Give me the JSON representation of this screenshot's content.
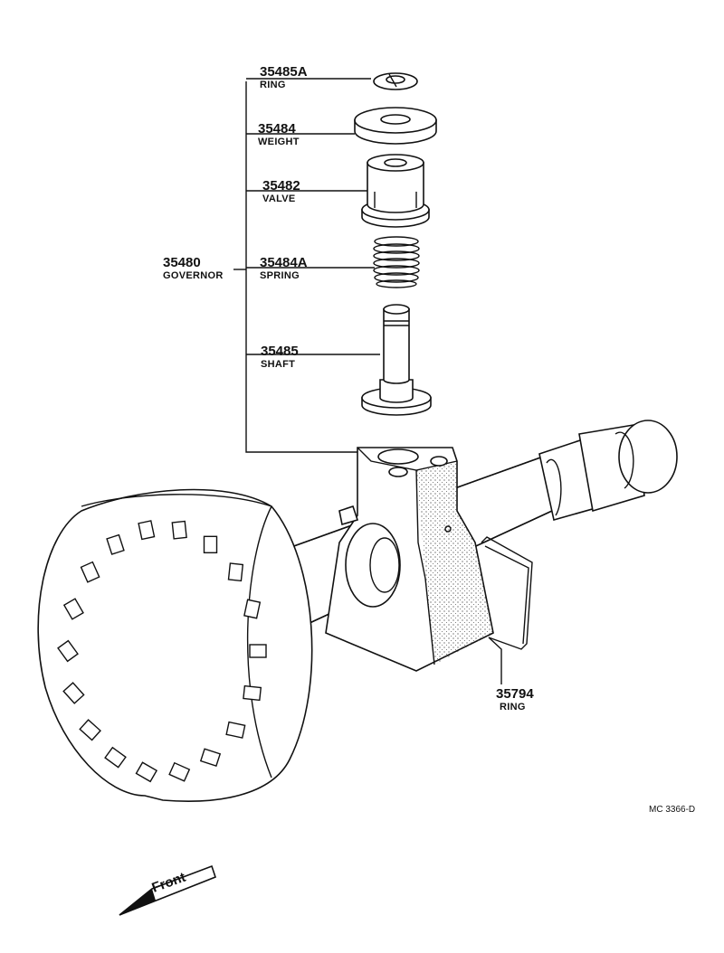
{
  "figure_code": "MC 3366-D",
  "direction_label": "Front",
  "assembly": {
    "number": "35480",
    "name": "GOVERNOR"
  },
  "callouts": [
    {
      "id": "ring-top",
      "number": "35485A",
      "name": "RING"
    },
    {
      "id": "weight",
      "number": "35484",
      "name": "WEIGHT"
    },
    {
      "id": "valve",
      "number": "35482",
      "name": "VALVE"
    },
    {
      "id": "spring",
      "number": "35484A",
      "name": "SPRING"
    },
    {
      "id": "shaft",
      "number": "35485",
      "name": "SHAFT"
    },
    {
      "id": "ring-bottom",
      "number": "35794",
      "name": "RING"
    }
  ]
}
